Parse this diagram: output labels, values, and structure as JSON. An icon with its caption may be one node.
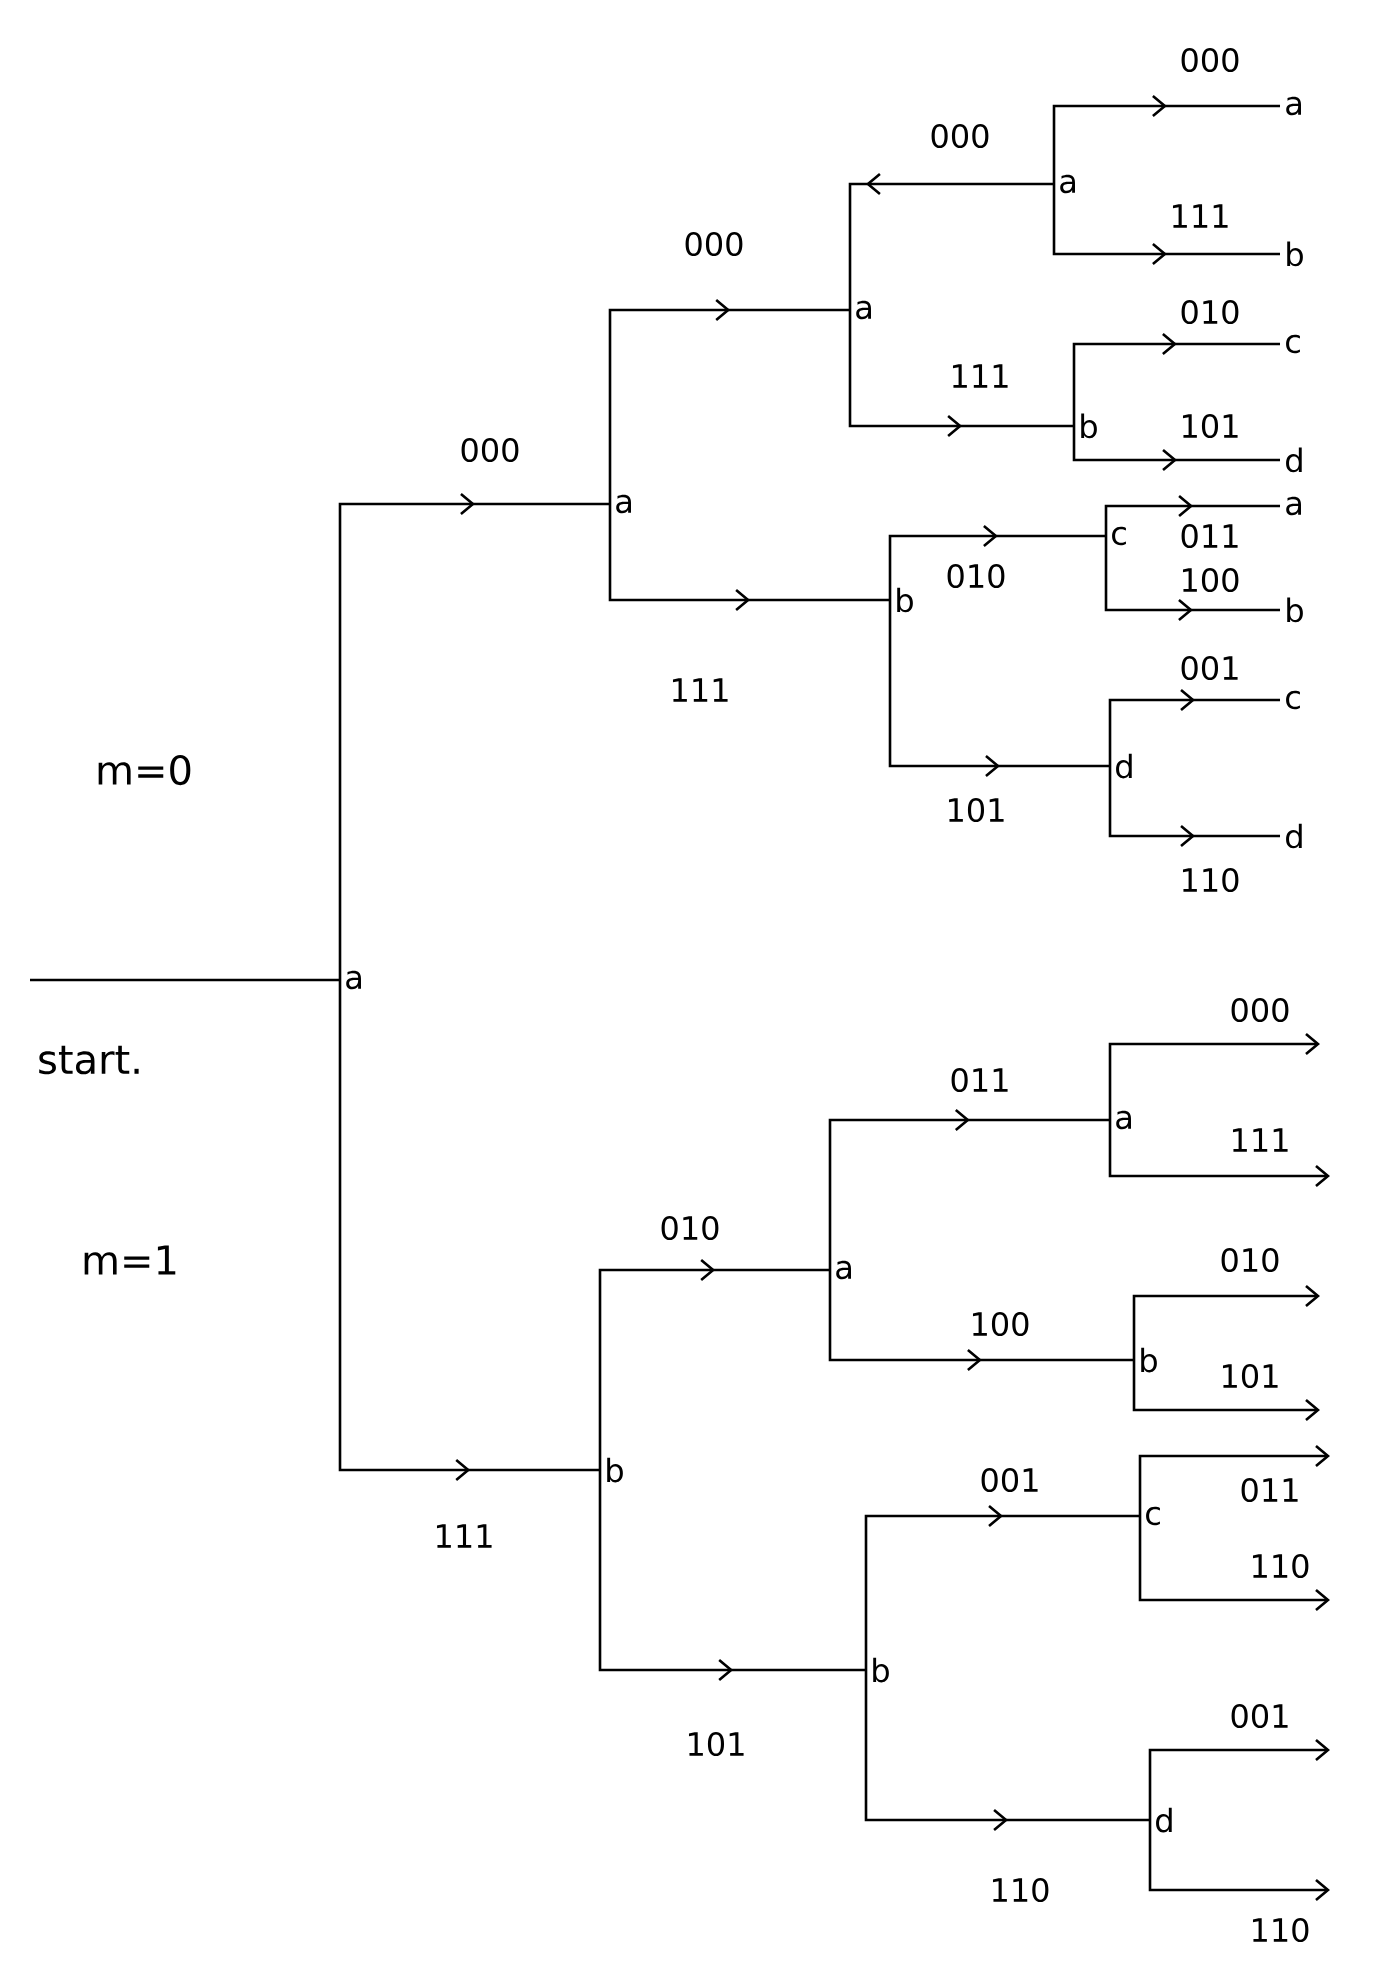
{
  "diagram": {
    "nodes": [
      {
        "text": [
          "a"
        ]
      },
      {
        "text": [
          "a"
        ]
      },
      {
        "text": [
          "a"
        ]
      },
      {
        "text": [
          "a"
        ]
      },
      {
        "text": [
          "b"
        ]
      },
      {
        "text": [
          "b"
        ]
      },
      {
        "text": [
          "c"
        ]
      },
      {
        "text": [
          "d"
        ]
      },
      {
        "text": [
          "a"
        ]
      },
      {
        "text": [
          "b"
        ]
      },
      {
        "text": [
          "c"
        ]
      },
      {
        "text": [
          "d"
        ]
      },
      {
        "text": [
          "a"
        ]
      },
      {
        "text": [
          "b"
        ]
      },
      {
        "text": [
          "c"
        ]
      },
      {
        "text": [
          "d"
        ]
      },
      {
        "text": [
          "b"
        ]
      },
      {
        "text": [
          "a"
        ]
      },
      {
        "text": [
          "b"
        ]
      },
      {
        "text": [
          "a"
        ]
      },
      {
        "text": [
          "b"
        ]
      },
      {
        "text": [
          "c"
        ]
      },
      {
        "text": [
          "d"
        ]
      }
    ],
    "edges": [
      {
        "from": null,
        "to": 0,
        "arrow": "none"
      },
      {
        "from": 0,
        "to": 1,
        "arrow": "to",
        "label": "000"
      },
      {
        "from": 0,
        "to": 16,
        "arrow": "to",
        "label": "111"
      },
      {
        "from": 1,
        "to": 2,
        "arrow": "to",
        "label": "000"
      },
      {
        "from": 1,
        "to": 5,
        "arrow": "to",
        "label": "111"
      },
      {
        "from": 3,
        "to": 2,
        "arrow": "to",
        "label": "000"
      },
      {
        "from": 2,
        "to": 4,
        "arrow": "to",
        "label": "111"
      },
      {
        "from": 3,
        "to": 8,
        "arrow": "to",
        "label": "000"
      },
      {
        "from": 3,
        "to": 9,
        "arrow": "to",
        "label": "111"
      },
      {
        "from": 4,
        "to": 10,
        "arrow": "to",
        "label": "010"
      },
      {
        "from": 4,
        "to": 11,
        "arrow": "to",
        "label": "101"
      },
      {
        "from": 5,
        "to": 6,
        "arrow": "to",
        "label": "010"
      },
      {
        "from": 5,
        "to": 7,
        "arrow": "to",
        "label": "101"
      },
      {
        "from": 6,
        "to": 12,
        "arrow": "to",
        "label": "011"
      },
      {
        "from": 6,
        "to": 13,
        "arrow": "to",
        "label": "100"
      },
      {
        "from": 7,
        "to": 14,
        "arrow": "to",
        "label": "001"
      },
      {
        "from": 7,
        "to": 15,
        "arrow": "to",
        "label": "110"
      },
      {
        "from": 16,
        "to": 17,
        "arrow": "to",
        "label": "010"
      },
      {
        "from": 16,
        "to": 18,
        "arrow": "to",
        "label": "101"
      },
      {
        "from": 17,
        "to": 19,
        "arrow": "to",
        "label": "011"
      },
      {
        "from": 17,
        "to": 20,
        "arrow": "to",
        "label": "100"
      },
      {
        "from": 18,
        "to": 21,
        "arrow": "to",
        "label": "001"
      },
      {
        "from": 18,
        "to": 22,
        "arrow": "to",
        "label": "110"
      },
      {
        "from": 19,
        "to": null,
        "arrow": "to",
        "label": "000"
      },
      {
        "from": 19,
        "to": null,
        "arrow": "to",
        "label": "111"
      },
      {
        "from": 20,
        "to": null,
        "arrow": "to",
        "label": "010"
      },
      {
        "from": 20,
        "to": null,
        "arrow": "to",
        "label": "101"
      },
      {
        "from": 21,
        "to": null,
        "arrow": "to",
        "label": "011"
      },
      {
        "from": 21,
        "to": null,
        "arrow": "to",
        "label": "110"
      },
      {
        "from": 22,
        "to": null,
        "arrow": "to",
        "label": "001"
      },
      {
        "from": 22,
        "to": null,
        "arrow": "to",
        "label": "110"
      }
    ],
    "labels": [
      "start.",
      "m=0",
      "m=1"
    ]
  }
}
